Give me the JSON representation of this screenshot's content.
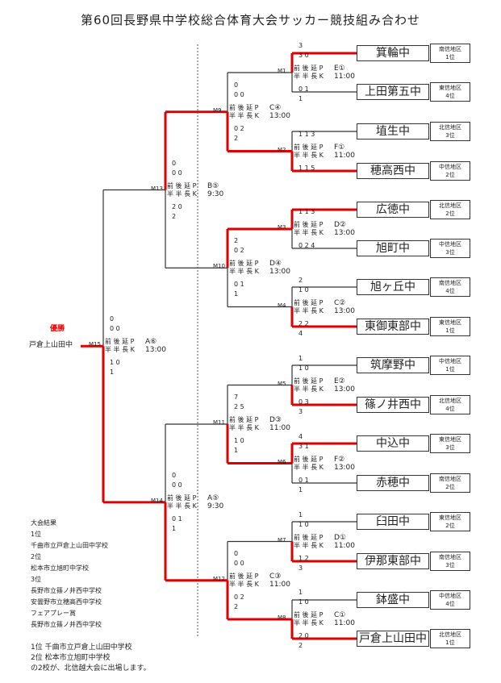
{
  "title": "第60回長野県中学校総合体育大会サッカー競技組み合わせ",
  "winner": {
    "label": "優勝",
    "name": "戸倉上山田中"
  },
  "teams": [
    {
      "name": "箕輪中",
      "region": "南信地区",
      "rank": "1位"
    },
    {
      "name": "上田第五中",
      "region": "東信地区",
      "rank": "4位"
    },
    {
      "name": "埴生中",
      "region": "北信地区",
      "rank": "3位"
    },
    {
      "name": "穂高西中",
      "region": "中信地区",
      "rank": "2位"
    },
    {
      "name": "広徳中",
      "region": "北信地区",
      "rank": "2位"
    },
    {
      "name": "旭町中",
      "region": "中信地区",
      "rank": "3位"
    },
    {
      "name": "旭ヶ丘中",
      "region": "南信地区",
      "rank": "4位"
    },
    {
      "name": "東御東部中",
      "region": "東信地区",
      "rank": "1位"
    },
    {
      "name": "筑摩野中",
      "region": "中信地区",
      "rank": "1位"
    },
    {
      "name": "篠ノ井西中",
      "region": "北信地区",
      "rank": "4位"
    },
    {
      "name": "中込中",
      "region": "東信地区",
      "rank": "3位"
    },
    {
      "name": "赤穂中",
      "region": "南信地区",
      "rank": "2位"
    },
    {
      "name": "臼田中",
      "region": "東信地区",
      "rank": "2位"
    },
    {
      "name": "伊那東部中",
      "region": "南信地区",
      "rank": "3位"
    },
    {
      "name": "鉢盛中",
      "region": "中信地区",
      "rank": "4位"
    },
    {
      "name": "戸倉上山田中",
      "region": "北信地区",
      "rank": "1位"
    }
  ],
  "matches": {
    "m1": {
      "id": "M1",
      "field": "E①",
      "time": "11:00"
    },
    "m2": {
      "id": "M2",
      "field": "F①",
      "time": "11:00"
    },
    "m3": {
      "id": "M3",
      "field": "D②",
      "time": "13:00"
    },
    "m4": {
      "id": "M4",
      "field": "C②",
      "time": "13:00"
    },
    "m5": {
      "id": "M5",
      "field": "E②",
      "time": "13:00"
    },
    "m6": {
      "id": "M6",
      "field": "F②",
      "time": "13:00"
    },
    "m7": {
      "id": "M7",
      "field": "D①",
      "time": "11:00"
    },
    "m8": {
      "id": "M8",
      "field": "C①",
      "time": "11:00"
    },
    "m9": {
      "id": "M9",
      "field": "C④",
      "time": "13:00"
    },
    "m10": {
      "id": "M10",
      "field": "D④",
      "time": "13:00"
    },
    "m11": {
      "id": "M11",
      "field": "D③",
      "time": "11:00"
    },
    "m12": {
      "id": "M12",
      "field": "C③",
      "time": "11:00"
    },
    "m13": {
      "id": "M13",
      "field": "B⑤",
      "time": "9:30"
    },
    "m14": {
      "id": "M14",
      "field": "A⑤",
      "time": "9:30"
    },
    "m15": {
      "id": "M15",
      "field": "A⑥",
      "time": "13:00"
    }
  },
  "labels": {
    "row1": "前 後 延 P",
    "row2": "半 半 長 K"
  },
  "scores": {
    "m1_top_total": "3",
    "m1_top": "3  0",
    "m1_bot": "0  1",
    "m1_bot_total": "1",
    "m2_top": "1  1      3",
    "m2_bot": "1  1      5",
    "m3_top": "1  1      3",
    "m3_bot": "0  2      4",
    "m4_top_total": "2",
    "m4_top": "1  0",
    "m4_bot": "2  2",
    "m4_bot_total": "4",
    "m5_top_total": "1",
    "m5_top": "1  0",
    "m5_bot": "0  3",
    "m5_bot_total": "3",
    "m6_top_total": "4",
    "m6_top": "3  1",
    "m6_bot": "0  1",
    "m6_bot_total": "1",
    "m7_top_total": "1",
    "m7_top": "1  0",
    "m7_bot": "1  2",
    "m7_bot_total": "3",
    "m8_top_total": "1",
    "m8_top": "1  0",
    "m8_bot": "2  0",
    "m8_bot_total": "2",
    "m9_top_total": "0",
    "m9_top": "0  0",
    "m9_bot": "0  2",
    "m9_bot_total": "2",
    "m10_top_total": "2",
    "m10_top": "0  2",
    "m10_bot": "0  1",
    "m10_bot_total": "1",
    "m11_top_total": "7",
    "m11_top": "2  5",
    "m11_bot": "1  0",
    "m11_bot_total": "1",
    "m12_top_total": "0",
    "m12_top": "0  0",
    "m12_bot": "0  2",
    "m12_bot_total": "2",
    "m13_top_total": "0",
    "m13_top": "0  0",
    "m13_bot": "2  0",
    "m13_bot_total": "2",
    "m14_top_total": "0",
    "m14_top": "0  0",
    "m14_bot": "0  1",
    "m14_bot_total": "1",
    "m15_top_total": "0",
    "m15_top": "0  0",
    "m15_bot": "1  0",
    "m15_bot_total": "1"
  },
  "results": [
    "大会結果",
    "1位",
    "千曲市立戸倉上山田中学校",
    "2位",
    "松本市立旭町中学校",
    "3位",
    "長野市立篠ノ井西中学校",
    "安曇野市立穂高西中学校",
    "フェアプレー賞",
    "長野市立篠ノ井西中学校"
  ],
  "footer": [
    "1位  千曲市立戸倉上山田中学校",
    "2位  松本市立旭町中学校",
    "の2校が、北信越大会に出場します。"
  ],
  "colors": {
    "winner_line": "#e00000",
    "line": "#333333"
  }
}
